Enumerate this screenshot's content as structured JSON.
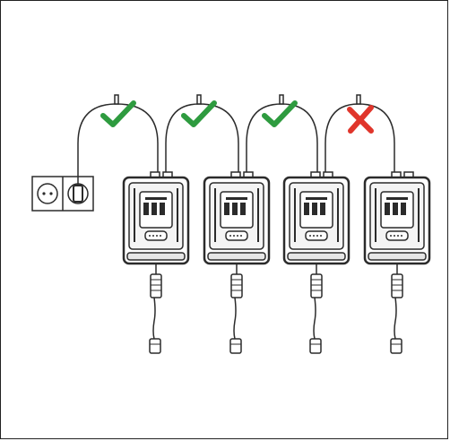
{
  "diagram": {
    "colors": {
      "line": "#2b2b2b",
      "panel": "#f2f2f2",
      "check": "#2e9b3f",
      "cross": "#e0352b"
    },
    "wall_socket": {
      "icon": "wall-socket-icon"
    },
    "chargers": [
      {
        "id": 1,
        "chain_status": "allowed",
        "status_icon": "check-icon"
      },
      {
        "id": 2,
        "chain_status": "allowed",
        "status_icon": "check-icon"
      },
      {
        "id": 3,
        "chain_status": "allowed",
        "status_icon": "check-icon"
      },
      {
        "id": 4,
        "chain_status": "not-allowed",
        "status_icon": "cross-icon"
      }
    ]
  }
}
